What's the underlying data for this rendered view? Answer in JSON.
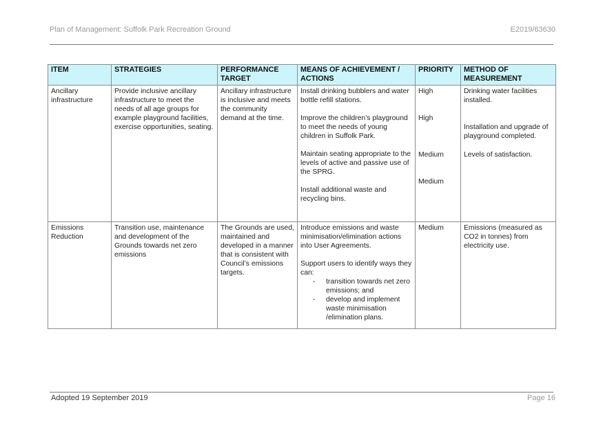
{
  "header": {
    "title": "Plan of Management: Suffolk Park Recreation Ground",
    "ref": "E2019/63630"
  },
  "table": {
    "columns": [
      "ITEM",
      "STRATEGIES",
      "PERFORMANCE TARGET",
      "MEANS OF ACHIEVEMENT / ACTIONS",
      "PRIORITY",
      "METHOD OF MEASUREMENT"
    ],
    "rows": [
      {
        "item": "Ancillary infrastructure",
        "strategy": "Provide inclusive ancillary infrastructure to meet the needs of all age groups for example playground facilities, exercise opportunities, seating.",
        "target": "Ancillary infrastructure is inclusive and meets the community demand at the time.",
        "actions": [
          "Install drinking bubblers and water bottle refill stations.",
          "Improve the children’s playground to meet the needs of young children in Suffolk Park.",
          "Maintain seating appropriate to the levels of active and passive use of the SPRG.",
          "Install additional waste and recycling bins."
        ],
        "priorities": [
          "High",
          "High",
          "Medium",
          "Medium"
        ],
        "measurements": [
          "Drinking water facilities installed.",
          "Installation and upgrade of playground completed.",
          "Levels of satisfaction."
        ]
      },
      {
        "item": "Emissions Reduction",
        "strategy": "Transition use, maintenance and development of the Grounds towards net zero emissions",
        "target": "The Grounds are used, maintained and developed in a manner that is consistent with Council’s emissions targets.",
        "actions": [
          "Introduce emissions and waste minimisation/elimination actions into User Agreements.",
          "Support users to identify ways they can:"
        ],
        "bullets": [
          "transition towards net zero emissions; and",
          "develop and implement waste minimisation /elimination plans."
        ],
        "priority": "Medium",
        "measurement": "Emissions (measured as CO2 in tonnes) from electricity use."
      }
    ]
  },
  "footer": {
    "adopted": "Adopted 19 September 2019",
    "page": "Page 16"
  }
}
